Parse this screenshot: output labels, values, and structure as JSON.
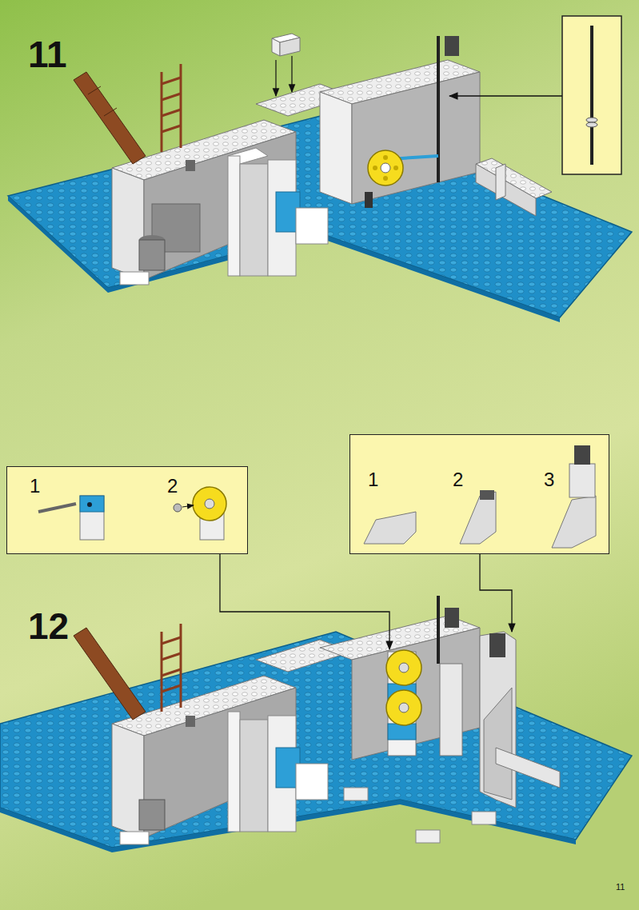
{
  "diagram": {
    "nodes": [
      {
        "text": [
          "1",
          "2"
        ]
      },
      {
        "text": [
          "1",
          "2",
          "3"
        ]
      }
    ],
    "labels": [
      "11",
      "12",
      "11"
    ]
  }
}
